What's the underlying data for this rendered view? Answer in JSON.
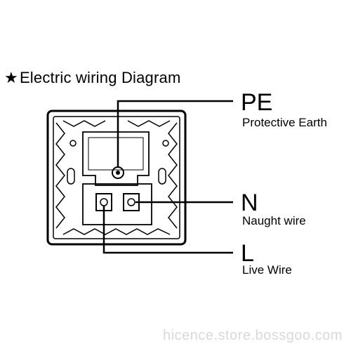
{
  "title": {
    "star": "★",
    "text": "Electric wiring Diagram"
  },
  "terminals": {
    "pe": {
      "code": "PE",
      "name": "Protective Earth"
    },
    "n": {
      "code": "N",
      "name": "Naught wire"
    },
    "l": {
      "code": "L",
      "name": "Live Wire"
    }
  },
  "watermark": "hicence.store.bossgoo.com"
}
